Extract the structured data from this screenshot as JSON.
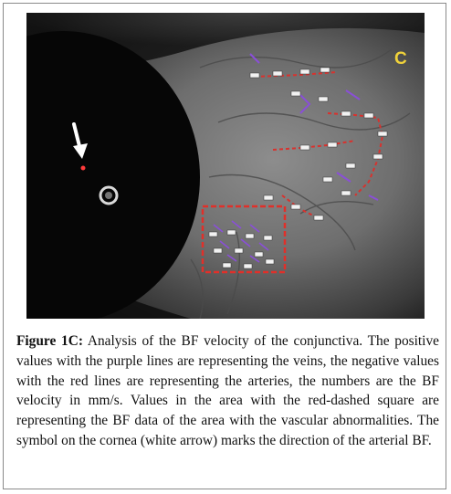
{
  "figure": {
    "panel_letter": "C",
    "caption_label": "Figure 1C:",
    "caption_text": "Analysis of the BF velocity of the conjunctiva. The positive values with the purple lines are representing the veins, the negative values with the red lines are representing the arteries, the numbers are the BF velocity in mm/s. Values in the area with the red-dashed square are representing the BF data of the area with the vascular abnormalities. The symbol on the cornea (white arrow) marks the direction of the arterial BF.",
    "colors": {
      "vein_purple": "#8a4fd8",
      "artery_red": "#d8322e",
      "roi_red_dashed": "#e0302a",
      "arrow_white": "#ffffff",
      "panel_letter_yellow": "#f0d23a"
    }
  }
}
